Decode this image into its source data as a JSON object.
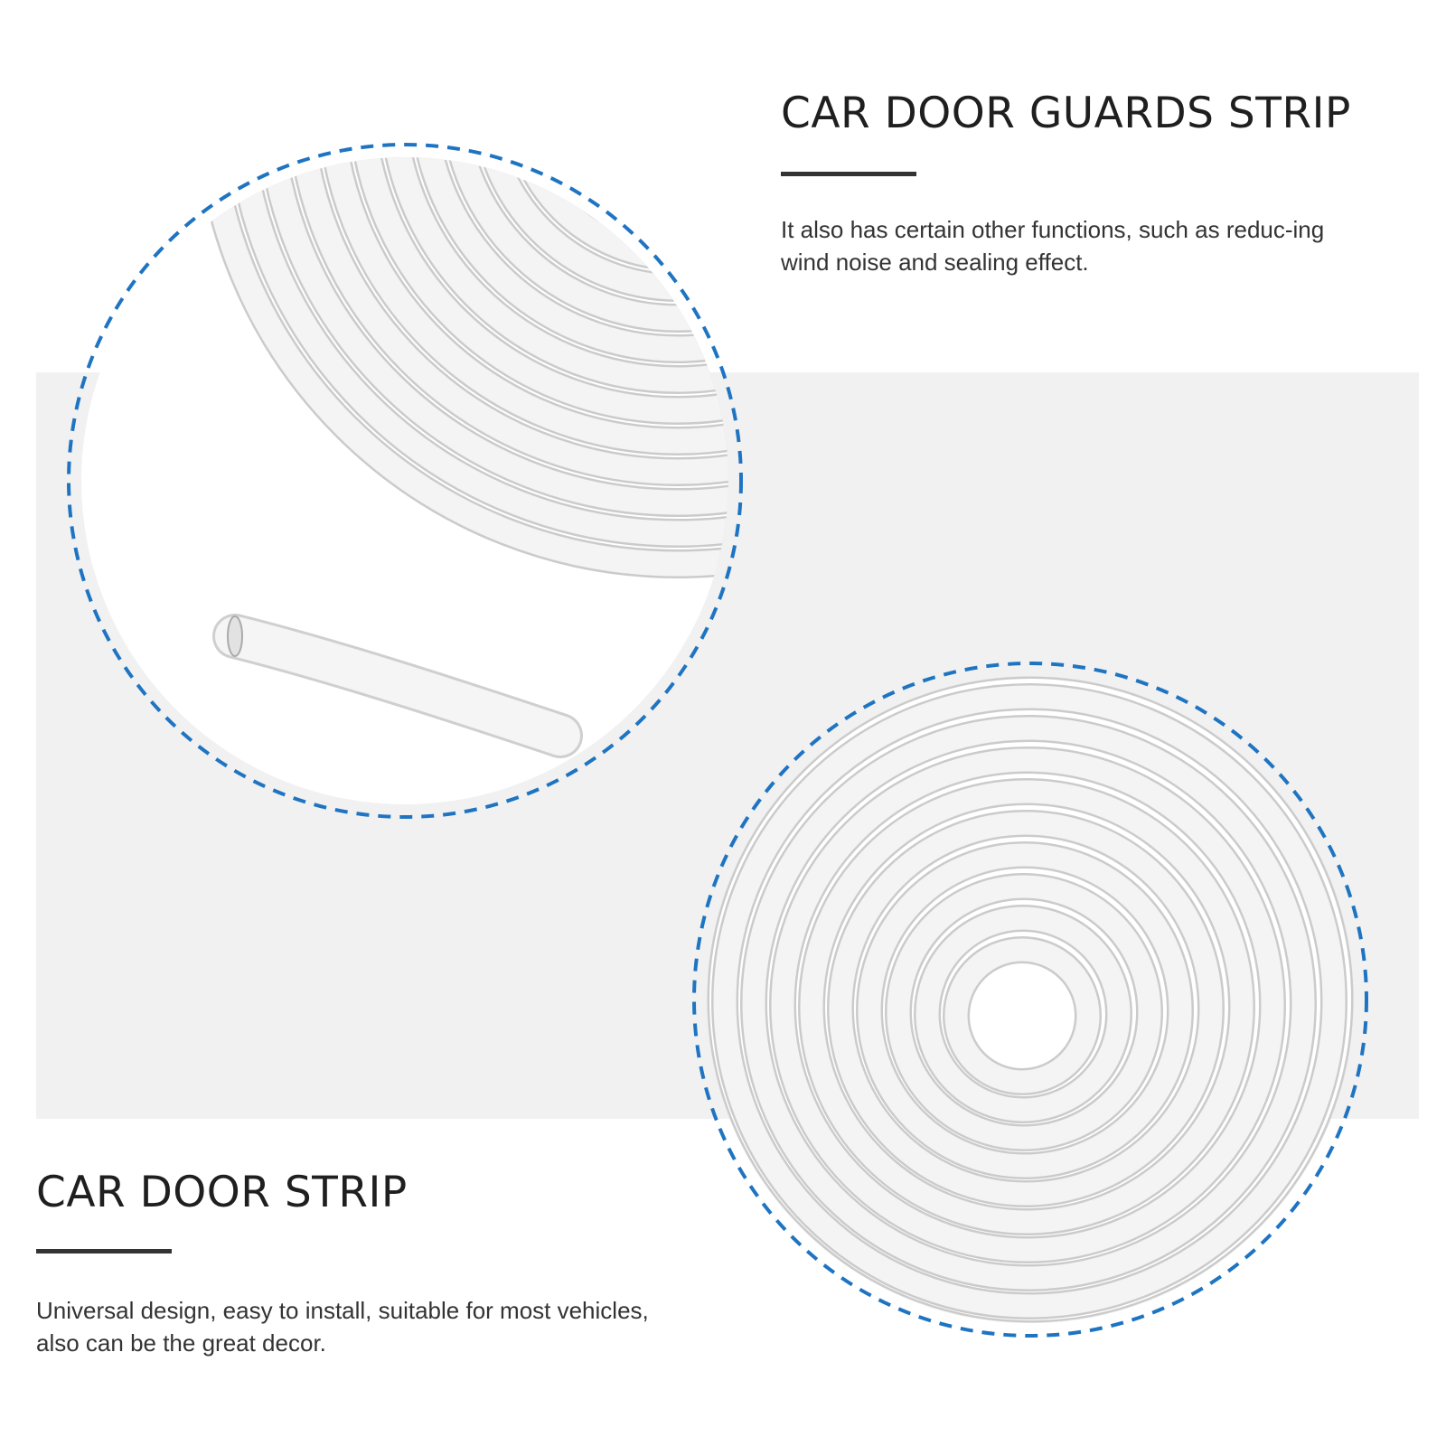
{
  "section_top": {
    "title": "CAR DOOR GUARDS STRIP",
    "description": "It also has certain other functions, such as reduc-ing wind noise and sealing effect."
  },
  "section_bottom": {
    "title": "CAR DOOR STRIP",
    "description": "Universal design, easy to install, suitable for most vehicles, also can be the great decor."
  },
  "images": [
    {
      "name": "coil-closeup-image",
      "shows": "white strip coil close-up"
    },
    {
      "name": "coil-full-image",
      "shows": "white strip rolled coil"
    }
  ],
  "colors": {
    "dashed_circle": "#1f74c2",
    "band": "#f1f1f1",
    "strip": "#f4f4f4",
    "strip_edge": "#c9c9c9",
    "text": "#222222"
  }
}
